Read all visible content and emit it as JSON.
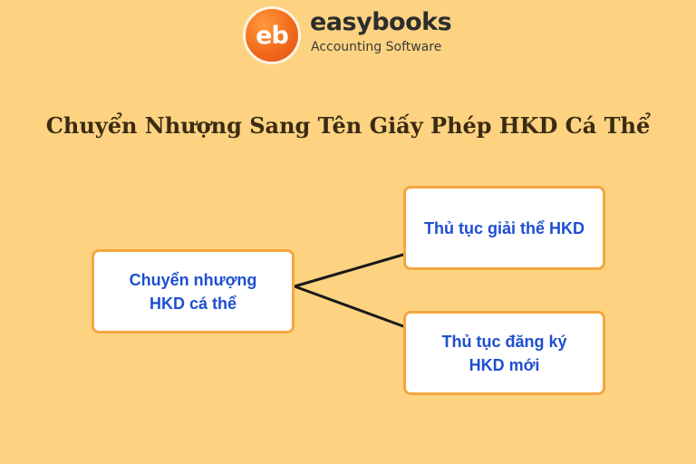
{
  "brand": {
    "logo_mark": "eb",
    "name": "easybooks",
    "tagline": "Accounting Software",
    "accent_color": "#f26a1b"
  },
  "title": "Chuyển Nhượng Sang Tên Giấy Phép HKD Cá Thể",
  "diagram": {
    "root": {
      "label": "Chuyển nhượng HKD cá thể"
    },
    "branches": [
      {
        "label": "Thủ tục giải thể HKD"
      },
      {
        "label": "Thủ tục đăng ký HKD mới"
      }
    ],
    "colors": {
      "background": "#fdd382",
      "box_border": "#f4a640",
      "box_text": "#1e4fd1",
      "connector": "#1a1a1a"
    }
  }
}
